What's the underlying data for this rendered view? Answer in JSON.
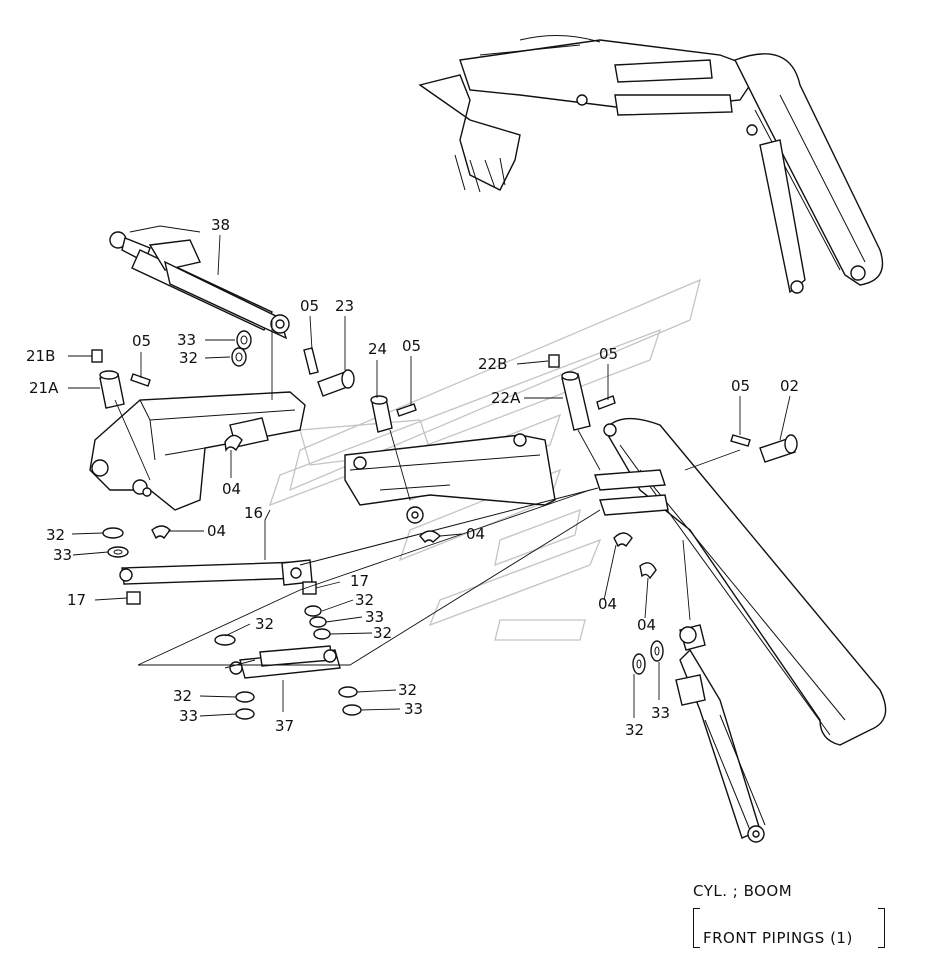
{
  "caption": {
    "line1": "CYL. ; BOOM",
    "line2": "FRONT PIPINGS (1)"
  },
  "callouts": [
    {
      "id": "c38",
      "text": "38"
    },
    {
      "id": "c05a",
      "text": "05"
    },
    {
      "id": "c23",
      "text": "23"
    },
    {
      "id": "c33a",
      "text": "33"
    },
    {
      "id": "c32a",
      "text": "32"
    },
    {
      "id": "c05b",
      "text": "05"
    },
    {
      "id": "c21b",
      "text": "21B"
    },
    {
      "id": "c21a",
      "text": "21A"
    },
    {
      "id": "c24",
      "text": "24"
    },
    {
      "id": "c05c",
      "text": "05"
    },
    {
      "id": "c22b",
      "text": "22B"
    },
    {
      "id": "c05d",
      "text": "05"
    },
    {
      "id": "c22a",
      "text": "22A"
    },
    {
      "id": "c05e",
      "text": "05"
    },
    {
      "id": "c02",
      "text": "02"
    },
    {
      "id": "c04a",
      "text": "04"
    },
    {
      "id": "c04b",
      "text": "04"
    },
    {
      "id": "c16",
      "text": "16"
    },
    {
      "id": "c04c",
      "text": "04"
    },
    {
      "id": "c32b",
      "text": "32"
    },
    {
      "id": "c33b",
      "text": "33"
    },
    {
      "id": "c17a",
      "text": "17"
    },
    {
      "id": "c17b",
      "text": "17"
    },
    {
      "id": "c32c",
      "text": "32"
    },
    {
      "id": "c33c",
      "text": "33"
    },
    {
      "id": "c32d",
      "text": "32"
    },
    {
      "id": "c32e",
      "text": "32"
    },
    {
      "id": "c04d",
      "text": "04"
    },
    {
      "id": "c04e",
      "text": "04"
    },
    {
      "id": "c32f",
      "text": "32"
    },
    {
      "id": "c32g",
      "text": "32"
    },
    {
      "id": "c33d",
      "text": "33"
    },
    {
      "id": "c37",
      "text": "37"
    },
    {
      "id": "c33e",
      "text": "33"
    },
    {
      "id": "c32h",
      "text": "32"
    },
    {
      "id": "c33f",
      "text": "33"
    }
  ]
}
